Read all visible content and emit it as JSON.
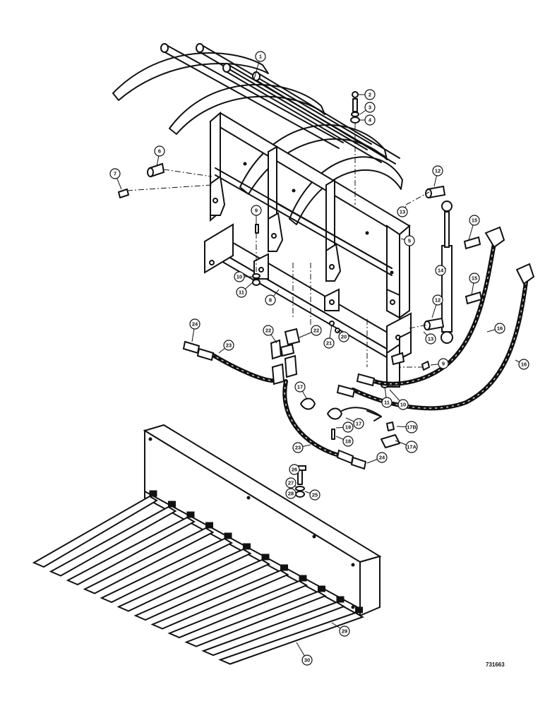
{
  "figure_ref": "731663",
  "callouts": [
    {
      "label": "1"
    },
    {
      "label": "2"
    },
    {
      "label": "3"
    },
    {
      "label": "4"
    },
    {
      "label": "5"
    },
    {
      "label": "6"
    },
    {
      "label": "7"
    },
    {
      "label": "8"
    },
    {
      "label": "9"
    },
    {
      "label": "9"
    },
    {
      "label": "10"
    },
    {
      "label": "10"
    },
    {
      "label": "11"
    },
    {
      "label": "11"
    },
    {
      "label": "12"
    },
    {
      "label": "12"
    },
    {
      "label": "13"
    },
    {
      "label": "13"
    },
    {
      "label": "14"
    },
    {
      "label": "15"
    },
    {
      "label": "15"
    },
    {
      "label": "16"
    },
    {
      "label": "16"
    },
    {
      "label": "17"
    },
    {
      "label": "17"
    },
    {
      "label": "17A"
    },
    {
      "label": "17B"
    },
    {
      "label": "18"
    },
    {
      "label": "19"
    },
    {
      "label": "20"
    },
    {
      "label": "21"
    },
    {
      "label": "22"
    },
    {
      "label": "22"
    },
    {
      "label": "23"
    },
    {
      "label": "23"
    },
    {
      "label": "24"
    },
    {
      "label": "24"
    },
    {
      "label": "25"
    },
    {
      "label": "26"
    },
    {
      "label": "27"
    },
    {
      "label": "28"
    },
    {
      "label": "29"
    },
    {
      "label": "30"
    }
  ]
}
